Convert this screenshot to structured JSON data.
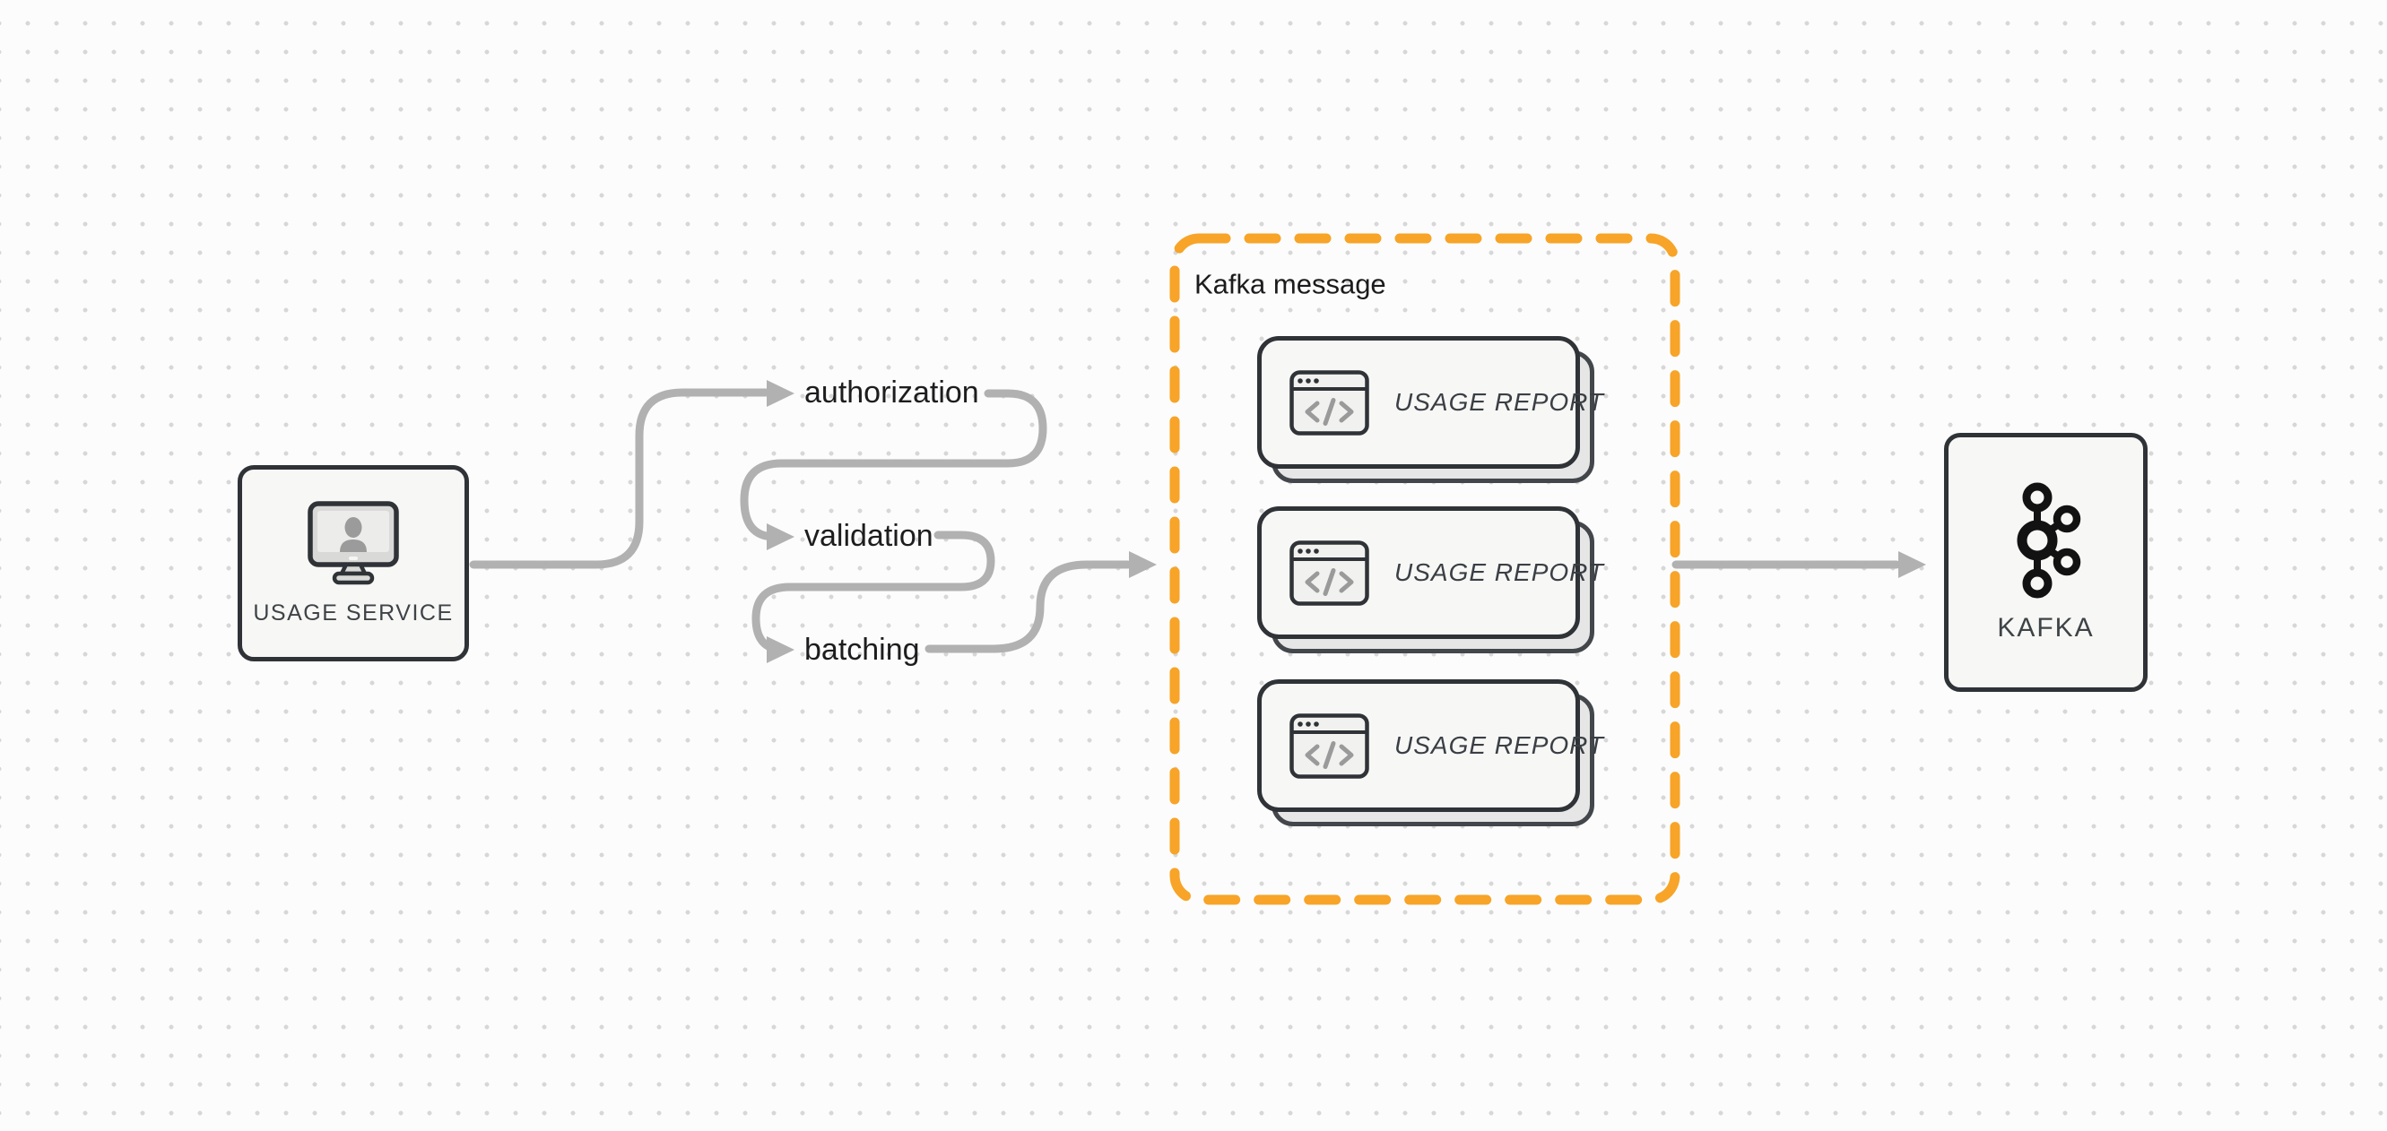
{
  "diagram": {
    "source_node": {
      "label": "USAGE SERVICE",
      "icon": "monitor-user-icon"
    },
    "steps": [
      {
        "label": "authorization"
      },
      {
        "label": "validation"
      },
      {
        "label": "batching"
      }
    ],
    "group": {
      "title": "Kafka message",
      "cards": [
        {
          "label": "USAGE REPORT",
          "icon": "code-window-icon"
        },
        {
          "label": "USAGE REPORT",
          "icon": "code-window-icon"
        },
        {
          "label": "USAGE REPORT",
          "icon": "code-window-icon"
        }
      ]
    },
    "target_node": {
      "label": "KAFKA",
      "icon": "kafka-icon"
    },
    "colors": {
      "group_border_orange": "#F7A428",
      "connector_gray": "#b1b1b1",
      "shape_border_dark": "#2f3337",
      "shape_fill": "#f7f7f5",
      "card_shadow_fill": "#e6e6e6",
      "text_dark": "#1d1d1f",
      "text_shape_label": "#3e4347",
      "background": "#fcfcfc",
      "dot_grid": "#d7d7d7"
    }
  }
}
